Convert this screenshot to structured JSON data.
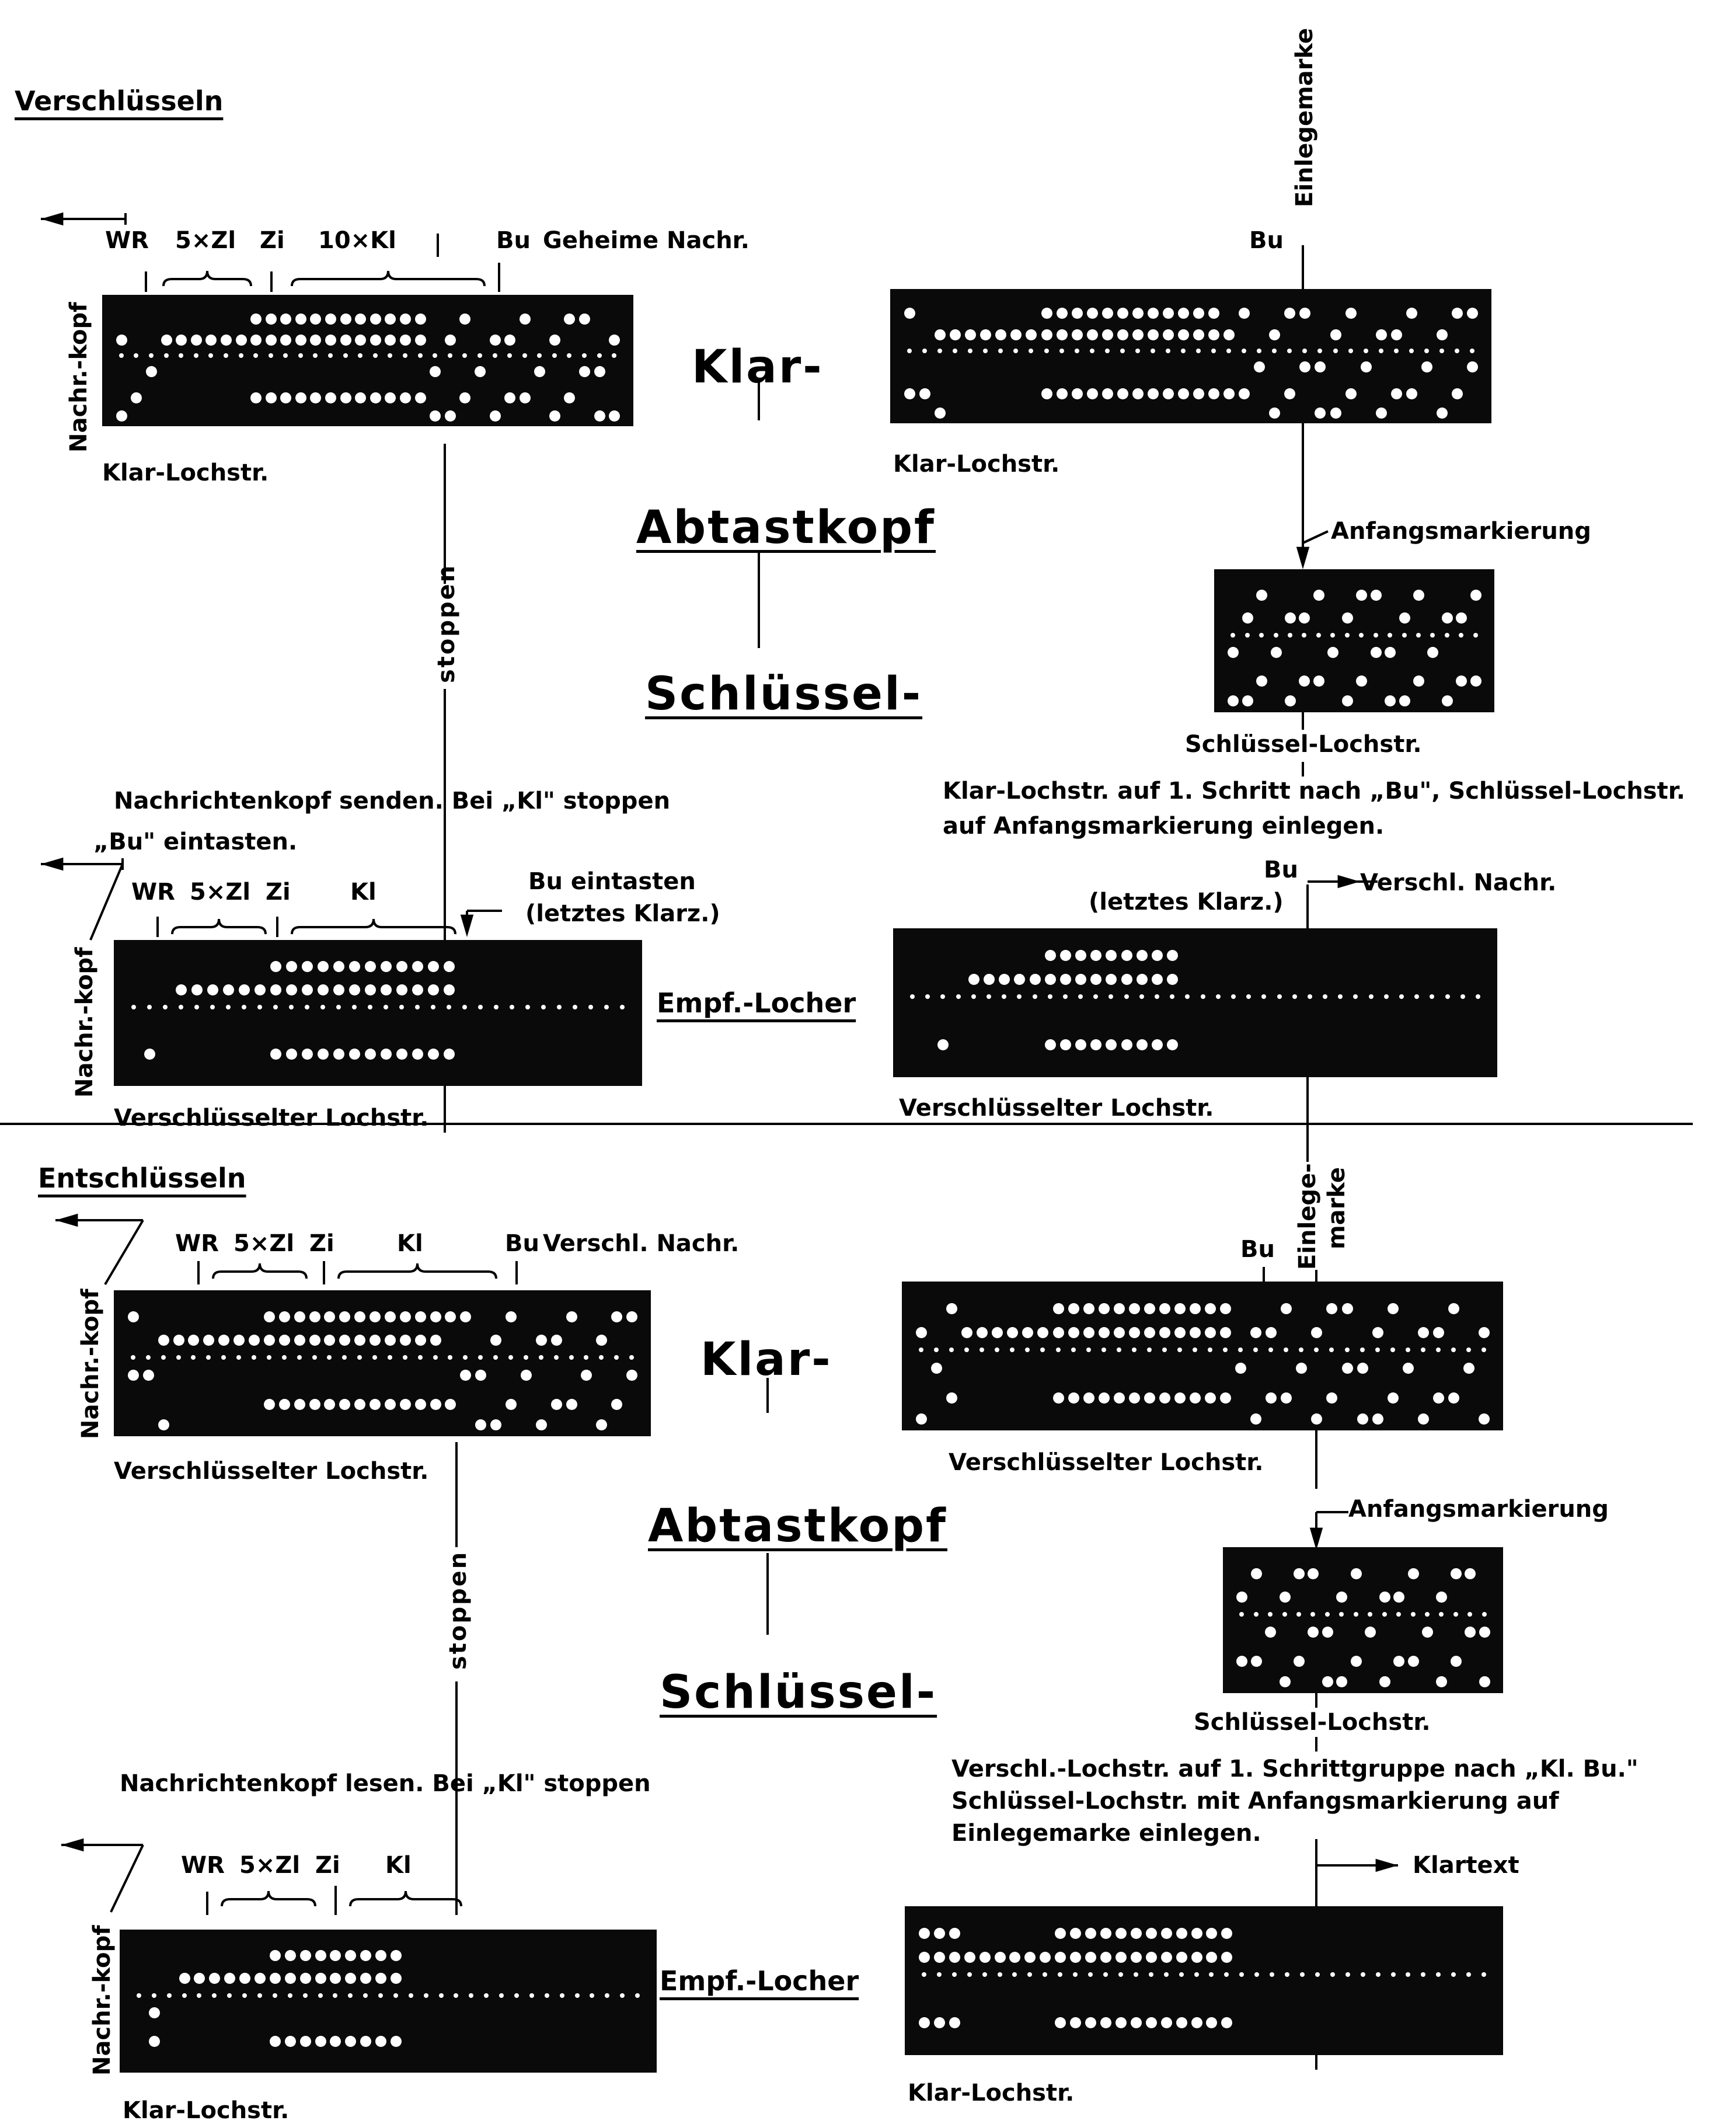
{
  "encrypt": {
    "heading": "Verschlüsseln",
    "left_top": {
      "wr": "WR",
      "zl": "5×Zl",
      "zi": "Zi",
      "kl": "10×Kl",
      "bu": "Bu",
      "geheime": "Geheime Nachr.",
      "kopf": "Nachr.-kopf",
      "tape_label": "Klar-Lochstr."
    },
    "right_top": {
      "einlegemarke": "Einlegemarke",
      "bu": "Bu",
      "tape_label": "Klar-Lochstr."
    },
    "center": {
      "word1": "Klar-",
      "word2": "Abtastkopf",
      "word3": "Schlüssel-"
    },
    "anfang": "Anfangsmarkierung",
    "key_label": "Schlüssel-Lochstr.",
    "stoppen": "stoppen",
    "instr_left": [
      "Nachrichtenkopf senden. Bei „Kl\" stoppen",
      "„Bu\" eintasten."
    ],
    "instr_right": [
      "Klar-Lochstr. auf 1. Schritt nach „Bu\", Schlüssel-Lochstr.",
      "auf Anfangsmarkierung einlegen."
    ],
    "left_bottom": {
      "wr": "WR",
      "zl": "5×Zl",
      "zi": "Zi",
      "kl": "Kl",
      "bu_eintasten": [
        "Bu eintasten",
        "(letztes Klarz.)"
      ],
      "kopf": "Nachr.-kopf",
      "tape_label": "Verschlüsselter Lochstr."
    },
    "empf": "Empf.-Locher",
    "right_bottom": {
      "bu": "Bu",
      "letztes": "(letztes Klarz.)",
      "arrow_label": "Verschl. Nachr.",
      "tape_label": "Verschlüsselter Lochstr."
    }
  },
  "decrypt": {
    "heading": "Entschlüsseln",
    "left_top": {
      "wr": "WR",
      "zl": "5×Zl",
      "zi": "Zi",
      "kl": "Kl",
      "bu": "Bu",
      "verschl": "Verschl. Nachr.",
      "kopf": "Nachr.-kopf",
      "tape_label": "Verschlüsselter Lochstr."
    },
    "right_top": {
      "bu": "Bu",
      "einlege": [
        "Einlege-",
        "marke"
      ],
      "tape_label": "Verschlüsselter Lochstr."
    },
    "center": {
      "word1": "Klar-",
      "word2": "Abtastkopf",
      "word3": "Schlüssel-"
    },
    "anfang": "Anfangsmarkierung",
    "key_label": "Schlüssel-Lochstr.",
    "stoppen": "stoppen",
    "instr_left": [
      "Nachrichtenkopf lesen. Bei „Kl\" stoppen"
    ],
    "instr_right": [
      "Verschl.-Lochstr. auf 1. Schrittgruppe nach „Kl. Bu.\"",
      "Schlüssel-Lochstr. mit Anfangsmarkierung auf",
      "Einlegemarke einlegen."
    ],
    "left_bottom": {
      "wr": "WR",
      "zl": "5×Zl",
      "zi": "Zi",
      "kl": "Kl",
      "kopf": "Nachr.-kopf",
      "tape_label": "Klar-Lochstr."
    },
    "empf": "Empf.-Locher",
    "right_bottom": {
      "arrow_label": "Klartext",
      "tape_label": "Klar-Lochstr."
    }
  }
}
